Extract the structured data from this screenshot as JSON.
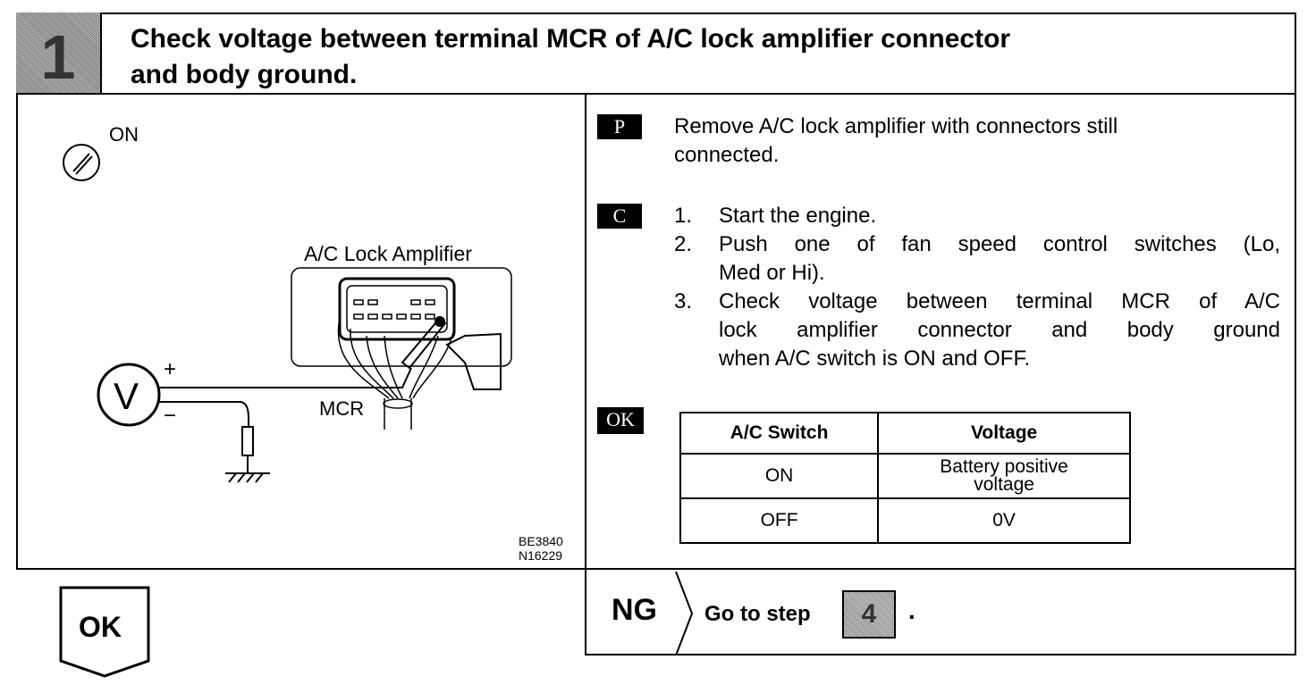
{
  "header": {
    "step_number": "1",
    "title_line1": "Check voltage between terminal MCR of A/C lock amplifier connector",
    "title_line2": "and body ground."
  },
  "illustration": {
    "ignition_label": "ON",
    "component_label": "A/C Lock Amplifier",
    "terminal_label": "MCR",
    "meter_symbol": "V",
    "plus_sign": "+",
    "minus_sign": "−",
    "code_line1": "BE3840",
    "code_line2": "N16229"
  },
  "prep": {
    "tag": "P",
    "line1": "Remove A/C lock amplifier with connectors still",
    "line2": "connected."
  },
  "check": {
    "tag": "C",
    "steps": [
      {
        "num": "1.",
        "text": "Start the engine."
      },
      {
        "num": "2.",
        "text": "Push one of fan speed control switches (Lo,",
        "text2": "Med or Hi)."
      },
      {
        "num": "3.",
        "text": "Check voltage between terminal MCR of A/C",
        "text2": "lock amplifier connector and body ground",
        "text3": "when A/C switch is ON and OFF."
      }
    ]
  },
  "ok_spec": {
    "tag": "OK",
    "headers": [
      "A/C Switch",
      "Voltage"
    ],
    "rows": [
      {
        "switch": "ON",
        "voltage_line1": "Battery positive",
        "voltage_line2": "voltage"
      },
      {
        "switch": "OFF",
        "voltage": "0V"
      }
    ]
  },
  "result": {
    "ok_label": "OK",
    "ng_label": "NG",
    "goto_text": "Go to step",
    "goto_step": "4",
    "period": "."
  }
}
